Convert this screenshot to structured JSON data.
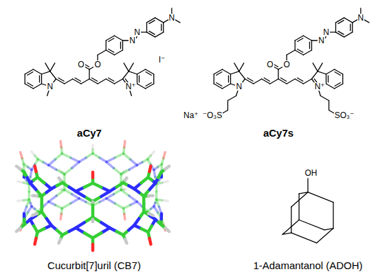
{
  "diagram": {
    "labels": [
      "N",
      "N",
      "N",
      "O",
      "O",
      "I⁻",
      "N",
      "N⁺",
      "aCy7",
      "N",
      "N",
      "N",
      "O",
      "O",
      "N",
      "N⁺",
      "Na⁺",
      "⁻O₃S",
      "SO₃⁻",
      "aCy7s",
      "OH",
      "Cucurbit[7]uril (CB7)",
      "1-Adamantanol (ADOH)"
    ]
  }
}
